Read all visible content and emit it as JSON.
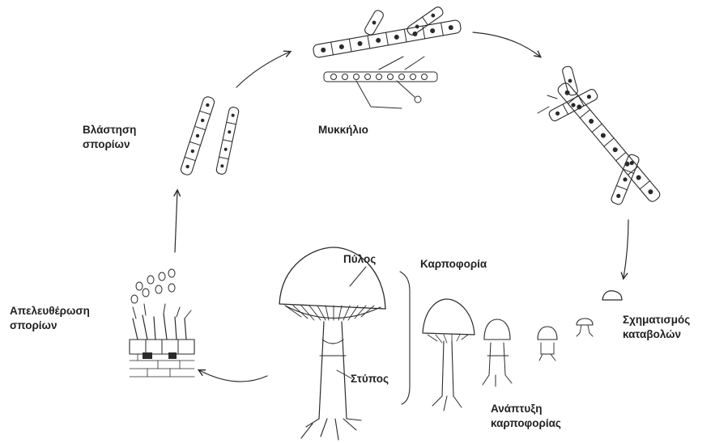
{
  "labels": {
    "germination_line1": "Βλάστηση",
    "germination_line2": "σπορίων",
    "mycelium": "Μυκκήλιο",
    "primordia_line1": "Σχηματισμός",
    "primordia_line2": "καταβολών",
    "fruiting": "Καρποφορία",
    "fruiting_dev_line1": "Ανάπτυξη",
    "fruiting_dev_line2": "καρποφορίας",
    "cap": "Πύλος",
    "stipe": "Στύπος",
    "spore_release_line1": "Απελευθέρωση",
    "spore_release_line2": "σπορίων"
  }
}
